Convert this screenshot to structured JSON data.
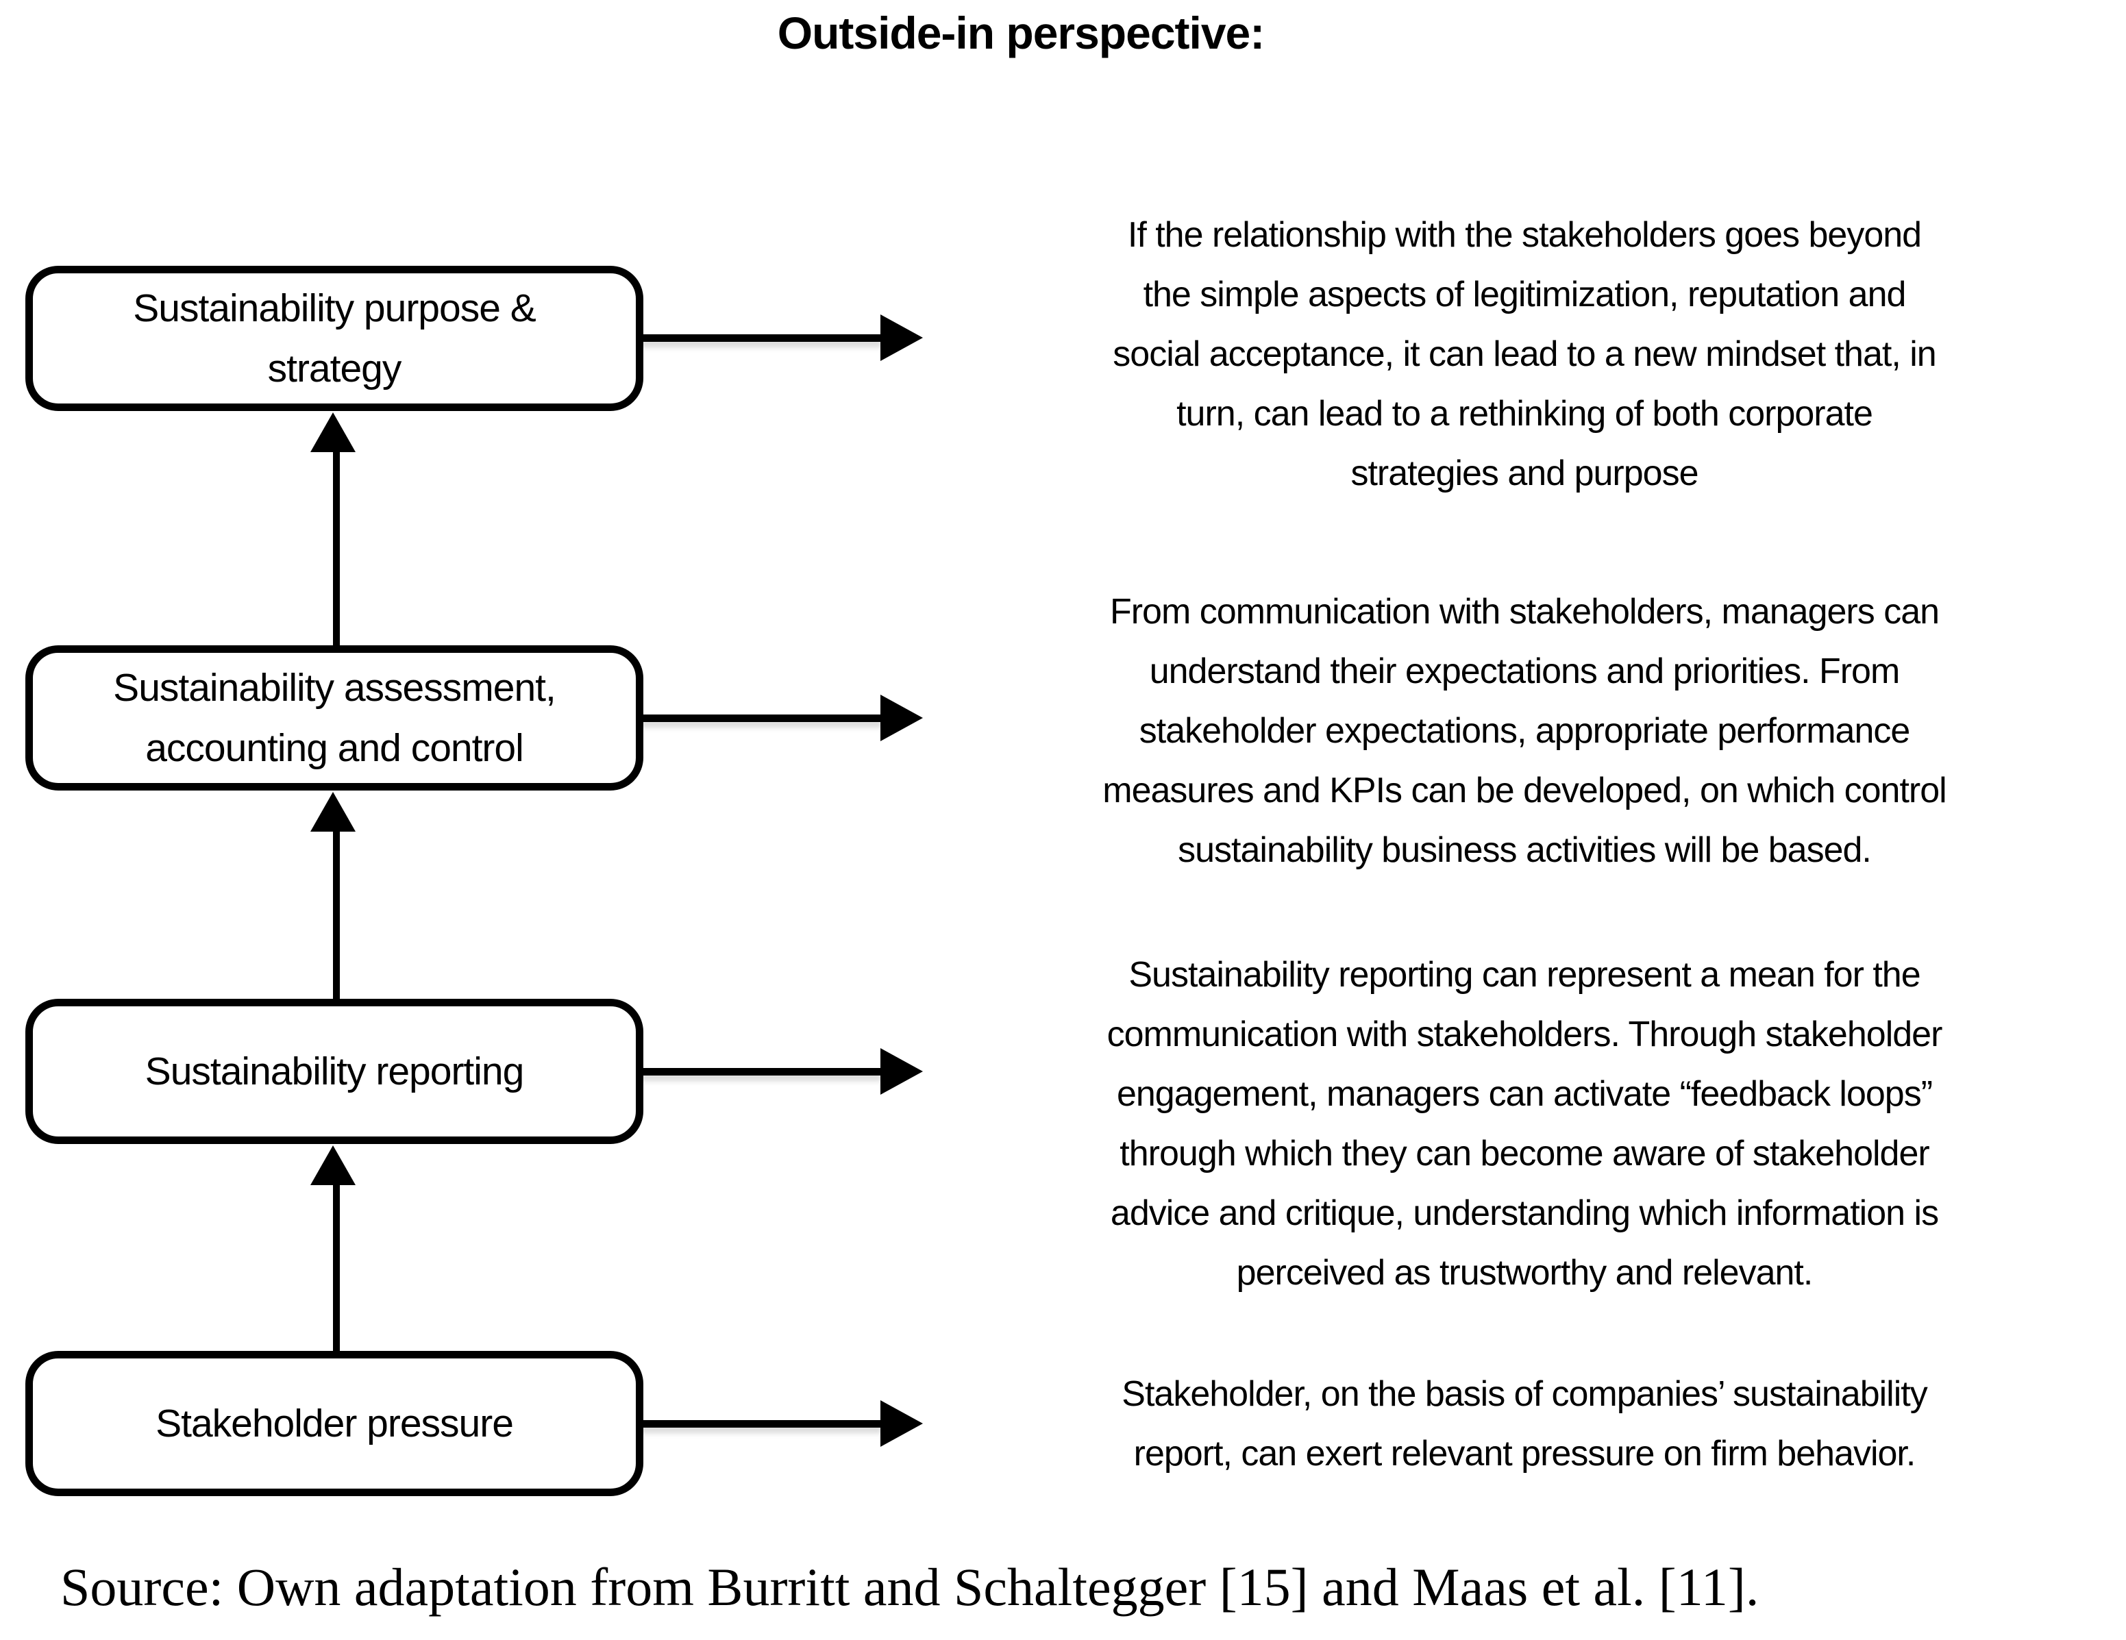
{
  "title": "Outside-in perspective:",
  "colors": {
    "text": "#000000",
    "background": "#ffffff",
    "line": "#000000"
  },
  "diagram": {
    "flow_direction": "bottom-to-top",
    "boxes": [
      {
        "label": "Sustainability purpose &\nstrategy",
        "description": "If the relationship with the stakeholders goes beyond\nthe simple aspects of legitimization, reputation and\nsocial acceptance, it can lead to a new mindset that, in\nturn, can lead to a rethinking of both corporate\nstrategies and purpose"
      },
      {
        "label": "Sustainability assessment,\naccounting and control",
        "description": "From communication with stakeholders, managers can\nunderstand their expectations and priorities. From\nstakeholder expectations, appropriate performance\nmeasures and KPIs can be developed, on which control\nsustainability business activities will be based."
      },
      {
        "label": "Sustainability reporting",
        "description": "Sustainability reporting can represent a mean for the\ncommunication with stakeholders. Through stakeholder\nengagement, managers can activate “feedback loops”\nthrough which they can become aware of stakeholder\nadvice and critique, understanding which information is\nperceived as trustworthy and relevant."
      },
      {
        "label": "Stakeholder pressure",
        "description": "Stakeholder, on the basis of companies’ sustainability\nreport, can exert relevant pressure on firm behavior."
      }
    ]
  },
  "source": "Source: Own adaptation from Burritt and Schaltegger [15] and Maas et al. [11]."
}
